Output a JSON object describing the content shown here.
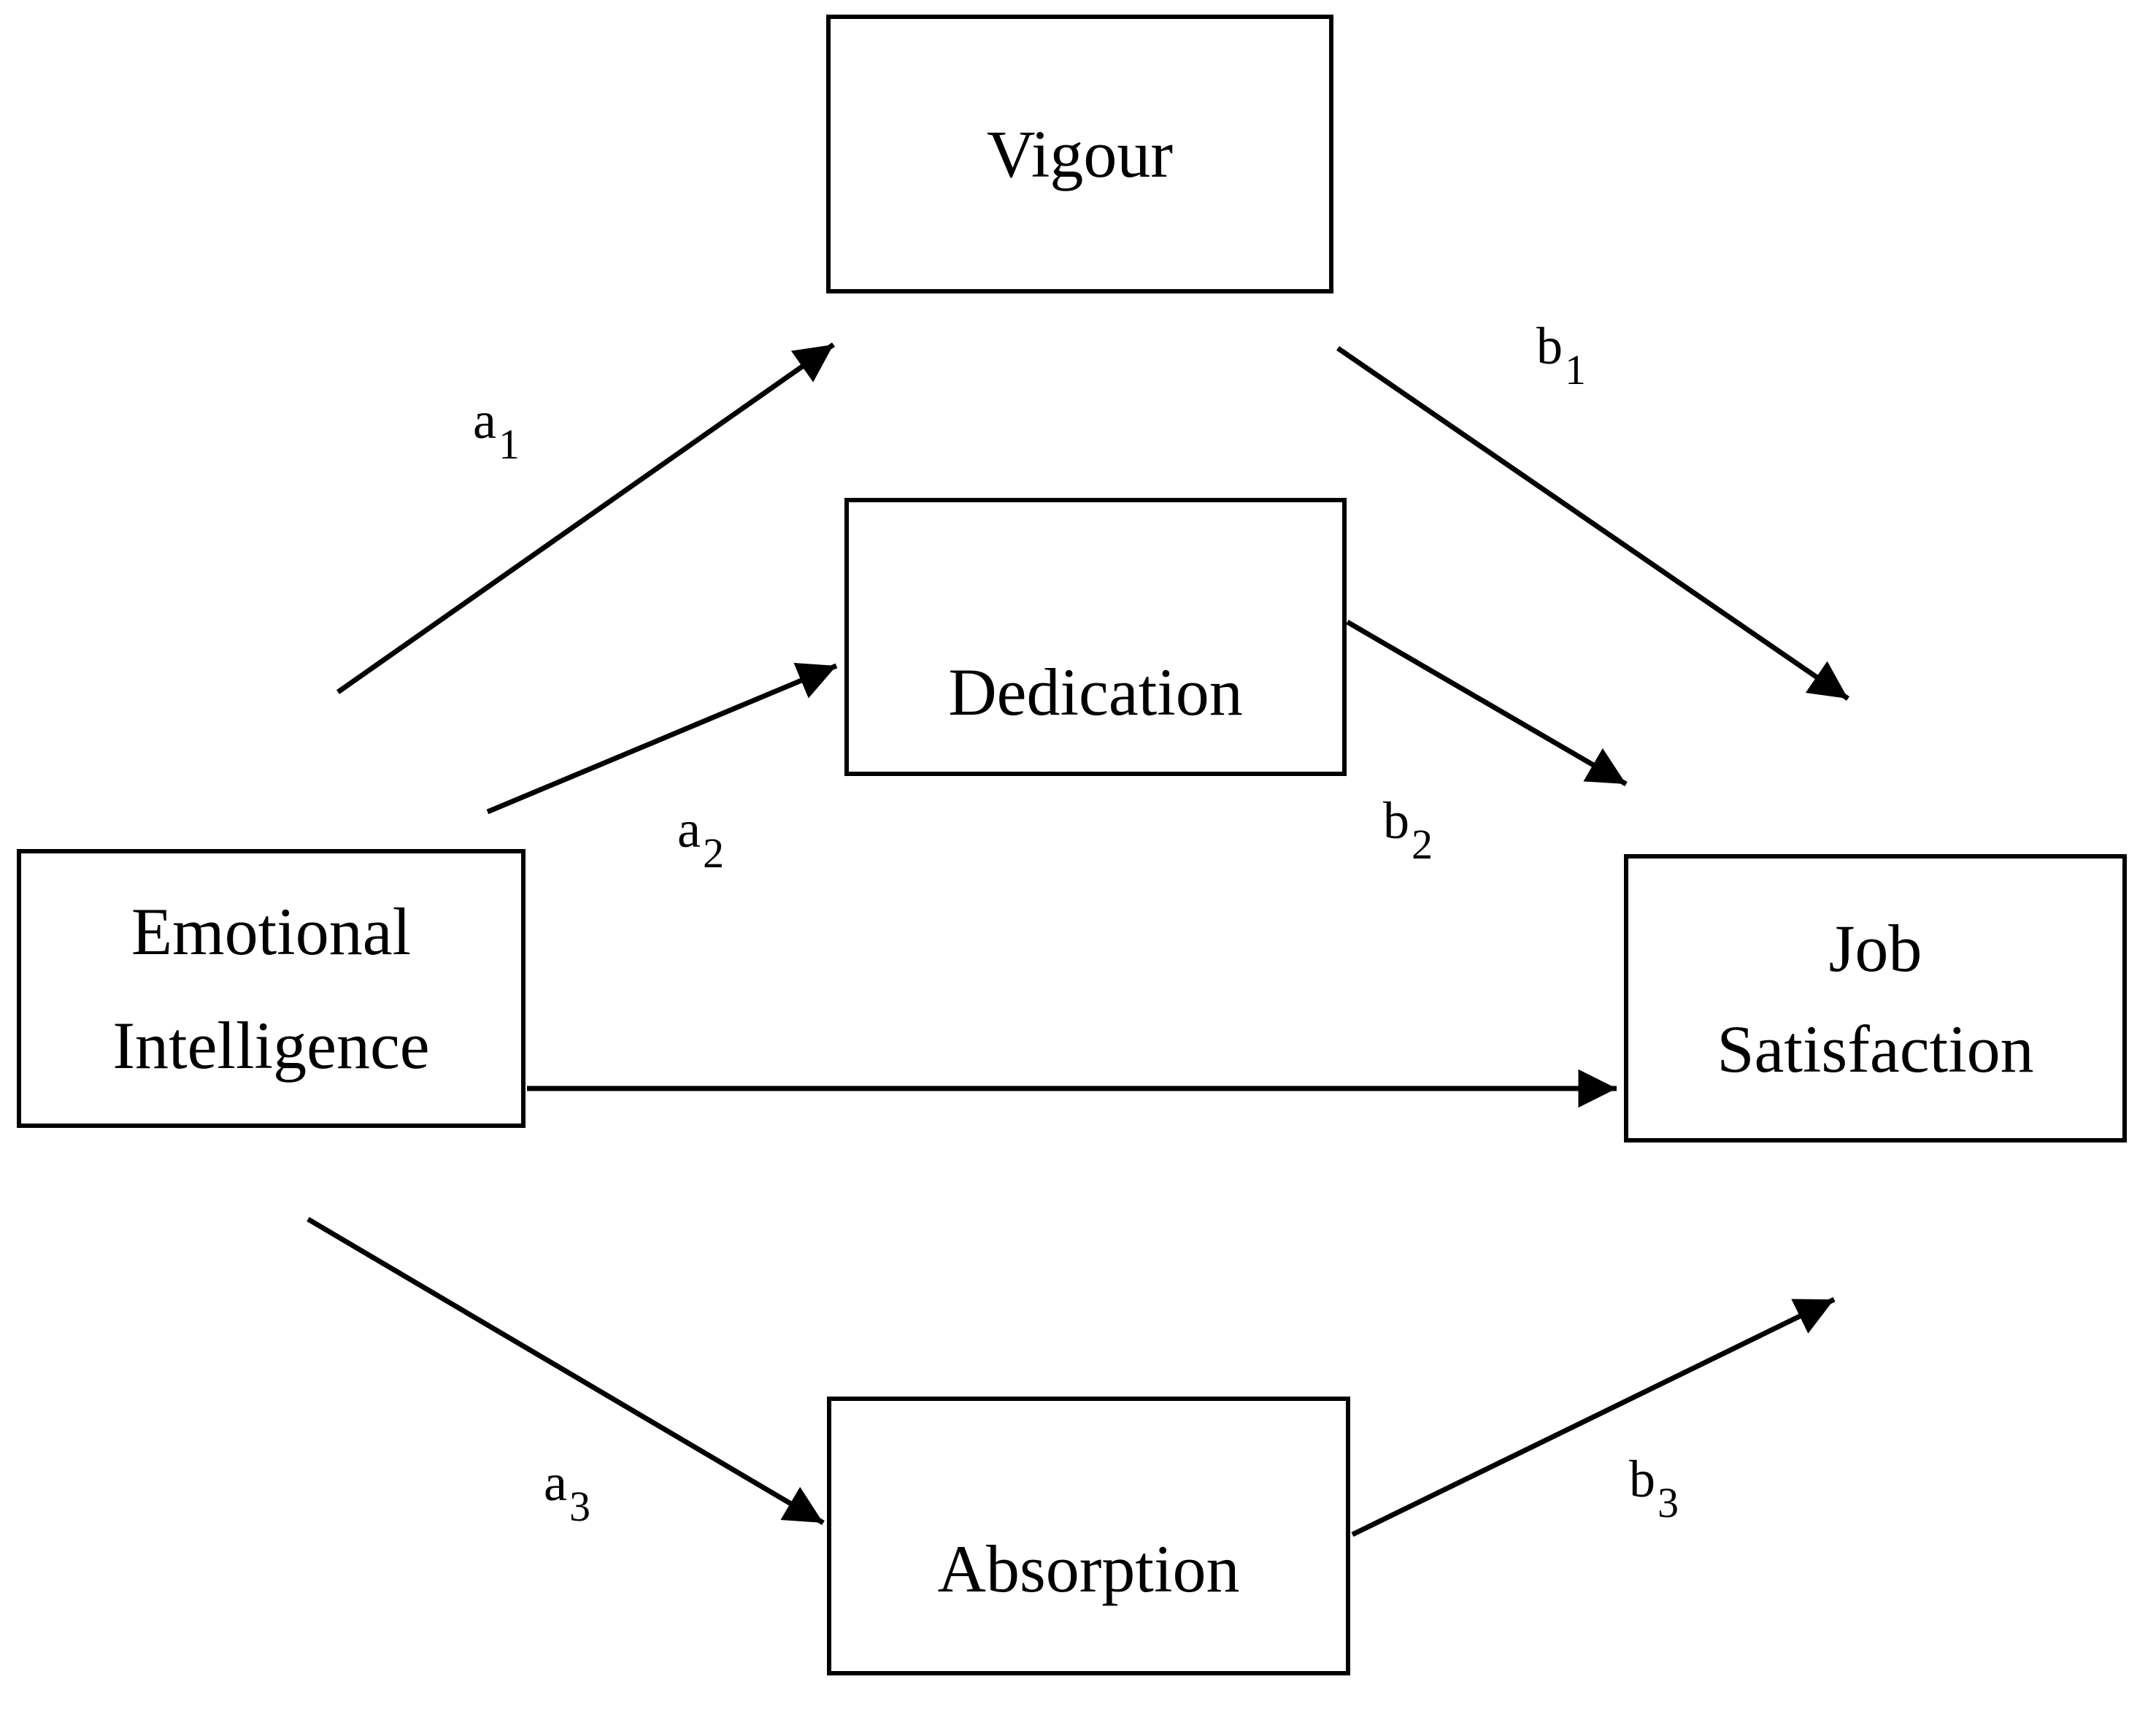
{
  "diagram_type": "mediation-model",
  "colors": {
    "background": "#ffffff",
    "line": "#000000",
    "text": "#000000"
  },
  "nodes": {
    "emotional_intelligence": {
      "lines": [
        "Emotional",
        "Intelligence"
      ]
    },
    "vigour": {
      "lines": [
        "Vigour"
      ]
    },
    "dedication": {
      "lines": [
        "Dedication"
      ]
    },
    "absorption": {
      "lines": [
        "Absorption"
      ]
    },
    "job_satisfaction": {
      "lines": [
        "Job",
        "Satisfaction"
      ]
    }
  },
  "edges": [
    {
      "id": "a1",
      "from": "emotional_intelligence",
      "to": "vigour",
      "label_main": "a",
      "label_sub": "1"
    },
    {
      "id": "a2",
      "from": "emotional_intelligence",
      "to": "dedication",
      "label_main": "a",
      "label_sub": "2"
    },
    {
      "id": "a3",
      "from": "emotional_intelligence",
      "to": "absorption",
      "label_main": "a",
      "label_sub": "3"
    },
    {
      "id": "b1",
      "from": "vigour",
      "to": "job_satisfaction",
      "label_main": "b",
      "label_sub": "1"
    },
    {
      "id": "b2",
      "from": "dedication",
      "to": "job_satisfaction",
      "label_main": "b",
      "label_sub": "2"
    },
    {
      "id": "b3",
      "from": "absorption",
      "to": "job_satisfaction",
      "label_main": "b",
      "label_sub": "3"
    },
    {
      "id": "direct",
      "from": "emotional_intelligence",
      "to": "job_satisfaction",
      "label_main": "",
      "label_sub": ""
    }
  ]
}
